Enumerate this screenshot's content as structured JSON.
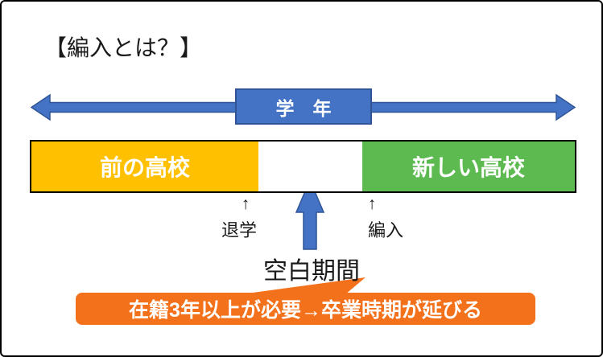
{
  "title": "【編入とは？】",
  "timeline": {
    "axis_label": "学　年"
  },
  "bar": {
    "previous_school": "前の高校",
    "new_school": "新しい高校"
  },
  "annotations": {
    "withdraw_label": "退学",
    "transfer_label": "編入",
    "gap_label": "空白期間",
    "up_arrow_glyph": "↑"
  },
  "banner": {
    "text": "在籍3年以上が必要→卒業時期が延びる"
  },
  "colors": {
    "blue": "#4472C4",
    "blue_border": "#2F5597",
    "gold": "#FFC000",
    "green": "#5CBA50",
    "orange": "#F4711B",
    "ink": "#1A1A1A"
  }
}
